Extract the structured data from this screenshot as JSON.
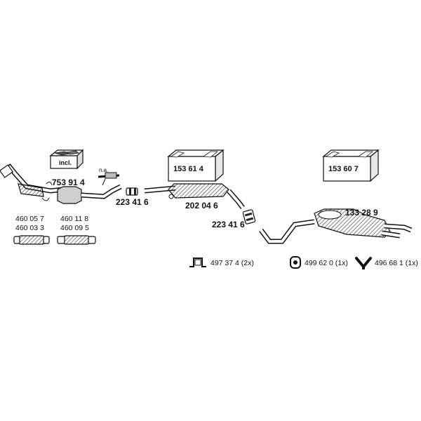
{
  "parts": {
    "manifold_kit_label": "incl.",
    "catalyst_part": "753 91 4",
    "sensor_note": "n.a.",
    "clamp_1_part": "223 41 6",
    "clamp_2_part": "223 41 6",
    "front_pipe_part": "202 04 6",
    "middle_box_part": "153 61 4",
    "rear_box_part": "153 60 7",
    "rear_silencer_part": "133 28 9",
    "flex_pipe_left": [
      "460 05 7",
      "460 03 3"
    ],
    "flex_pipe_right": [
      "460 11 8",
      "460 09 5"
    ],
    "hanger_bracket_part": "497 37 4 (2x)",
    "rubber_ring_part": "499 62 0 (1x)",
    "y_hanger_part": "496 68 1 (1x)"
  }
}
